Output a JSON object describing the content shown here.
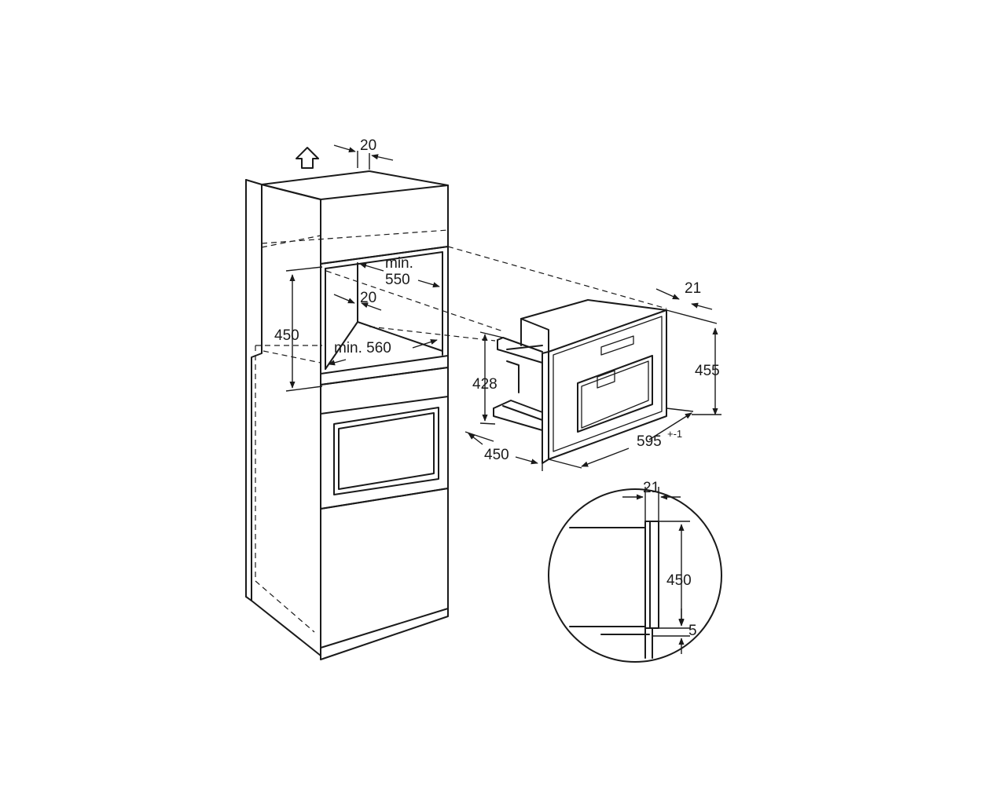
{
  "colors": {
    "line": "#1a1a1a",
    "background": "#ffffff"
  },
  "icons": {
    "vent_arrow": "up-arrow-outline-icon"
  },
  "dimensions": {
    "top_vent_gap": "20",
    "niche_depth_label": "min.",
    "niche_depth_value": "550",
    "rear_gap": "20",
    "niche_height": "450",
    "niche_width": "min. 560",
    "appliance_front_height": "428",
    "appliance_depth": "450",
    "appliance_width": "595",
    "appliance_width_tolerance": "+-1",
    "frame_thickness": "21",
    "appliance_height": "455",
    "detail_frame_thickness": "21",
    "detail_height": "450",
    "detail_gap": "5"
  }
}
